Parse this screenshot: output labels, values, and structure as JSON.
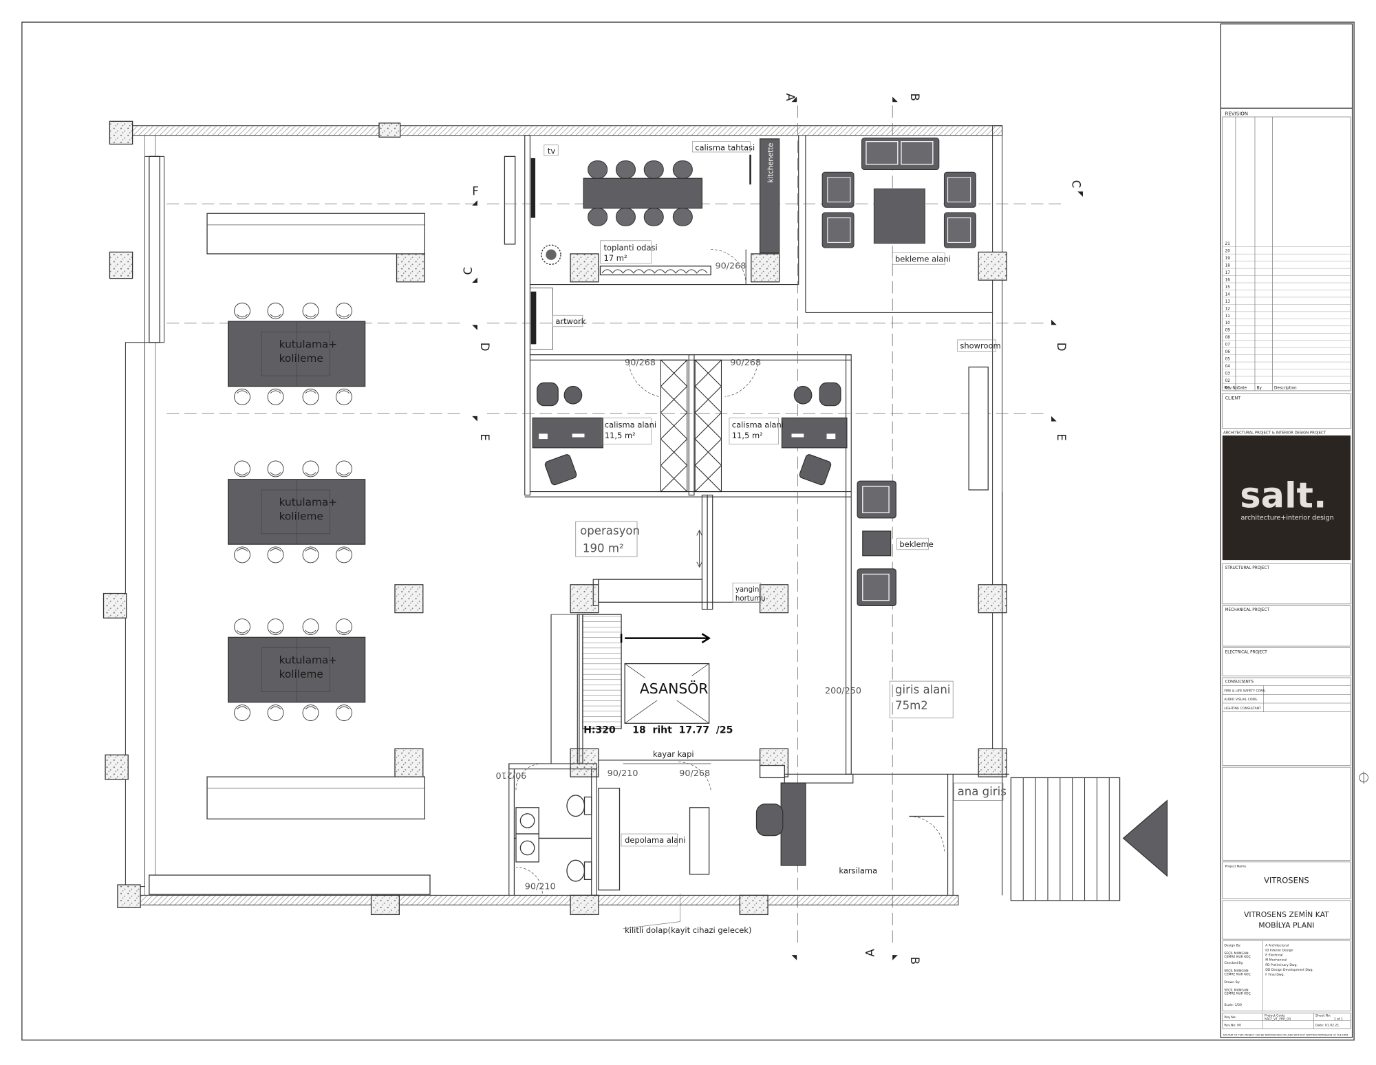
{
  "plan": {
    "rooms": {
      "operations": "operasyon",
      "operations_area": "190 m²",
      "meeting": "toplanti odasi",
      "meeting_area": "17 m²",
      "waiting": "bekleme alani",
      "work_left": "calisma alani",
      "work_left_area": "11,5 m²",
      "work_right": "calisma alani",
      "work_right_area": "11,5 m²",
      "showroom": "showroom",
      "waiting_small": "bekleme",
      "entrance": "giris alani",
      "entrance_area": "75m2",
      "main_entrance": "ana giris",
      "reception": "karsilama",
      "storage": "depolama alani",
      "elevator": "ASANSÖR"
    },
    "packing_tables": [
      {
        "line1": "kutulama+",
        "line2": "kolileme"
      },
      {
        "line1": "kutulama+",
        "line2": "kolileme"
      },
      {
        "line1": "kutulama+",
        "line2": "kolileme"
      }
    ],
    "labels": {
      "tv": "tv",
      "work_board": "calisma tahtasi",
      "kitchenette": "kitchenette",
      "artwork": "artwork",
      "fire_hose_1": "yangin",
      "fire_hose_2": "hortumu",
      "sliding_door": "kayar kapi",
      "locked_cabinet": "kilitli dolap(kayit cihazi gelecek)",
      "stair_info": "H:320     18  riht  17.77  /25"
    },
    "doors": {
      "d1": "90/268",
      "d2": "90/268",
      "d3": "90/268",
      "d4": "90/210",
      "d5": "90/268",
      "d6": "90/210",
      "d7": "90/210",
      "d8": "200/250"
    },
    "section_marks": [
      "A",
      "B",
      "C",
      "D",
      "E",
      "F"
    ]
  },
  "title_block": {
    "revision_title": "REVISION",
    "revision_numbers": [
      "21",
      "20",
      "19",
      "18",
      "17",
      "16",
      "15",
      "14",
      "13",
      "12",
      "11",
      "10",
      "09",
      "08",
      "07",
      "06",
      "05",
      "04",
      "03",
      "02",
      "01"
    ],
    "revision_headers": [
      "Rev.No",
      "Date",
      "By",
      "Description"
    ],
    "client": "CLIENT",
    "arch_project": "ARCHITECTURAL PROJECT & INTERIOR DESIGN PROJECT",
    "logo_main": "salt.",
    "logo_sub": "architecture+interior design",
    "structural": "STRUCTURAL PROJECT",
    "mechanical": "MECHANICAL PROJECT",
    "electrical": "ELECTRICAL PROJECT",
    "consultants": "CONSULTANTS",
    "consultant_rows": [
      "FIRE & LIFE SAFETY CONS.",
      "AUDIO VISUAL CONS.",
      "LIGHTING CONSULTANT"
    ],
    "project_name_label": "Project Name",
    "project_name": "VITROSENS",
    "drawing_title_1": "VITROSENS ZEMİN KAT",
    "drawing_title_2": "MOBİLYA PLANI",
    "design_by": "Design By:",
    "design_names": "SEÇİL MUNGAN\nCEMRE NUR KOÇ",
    "checked_by": "Checked By:",
    "checked_names": "SEÇİL MUNGAN\nCEMRE NUR KOÇ",
    "drawn_by": "Drawn By:",
    "drawn_names": "SEÇİL MUNGAN\nCEMRE NUR KOÇ",
    "scale": "Scale: 1/50",
    "legend": [
      "A   Architectural",
      "ID  Interior Design",
      "E   Electrical",
      "M   Mechanical",
      "PD  Preliminary Dwg.",
      "DD  Design Development Dwg.",
      "F   Final Dwg."
    ],
    "proj_no": "Proj.No:",
    "project_code_label": "Project Code:",
    "project_code": "SALT_VT_FRP_03",
    "sheet_no_label": "Sheet No:",
    "sheet_no": "1  of  1",
    "rev_no": "Rev.No:  00",
    "date": "Date: 01.02.21",
    "footer": "NO PART OF THIS PROJECT CAN BE REPRODUCED OR USED WITHOUT WRITTEN PERMISSION OF THE FIRM"
  },
  "colors": {
    "furniture": "#5f5f63",
    "wall_hatch": "#9a9a9a",
    "logo_bg": "#2b2522",
    "line": "#333333"
  }
}
